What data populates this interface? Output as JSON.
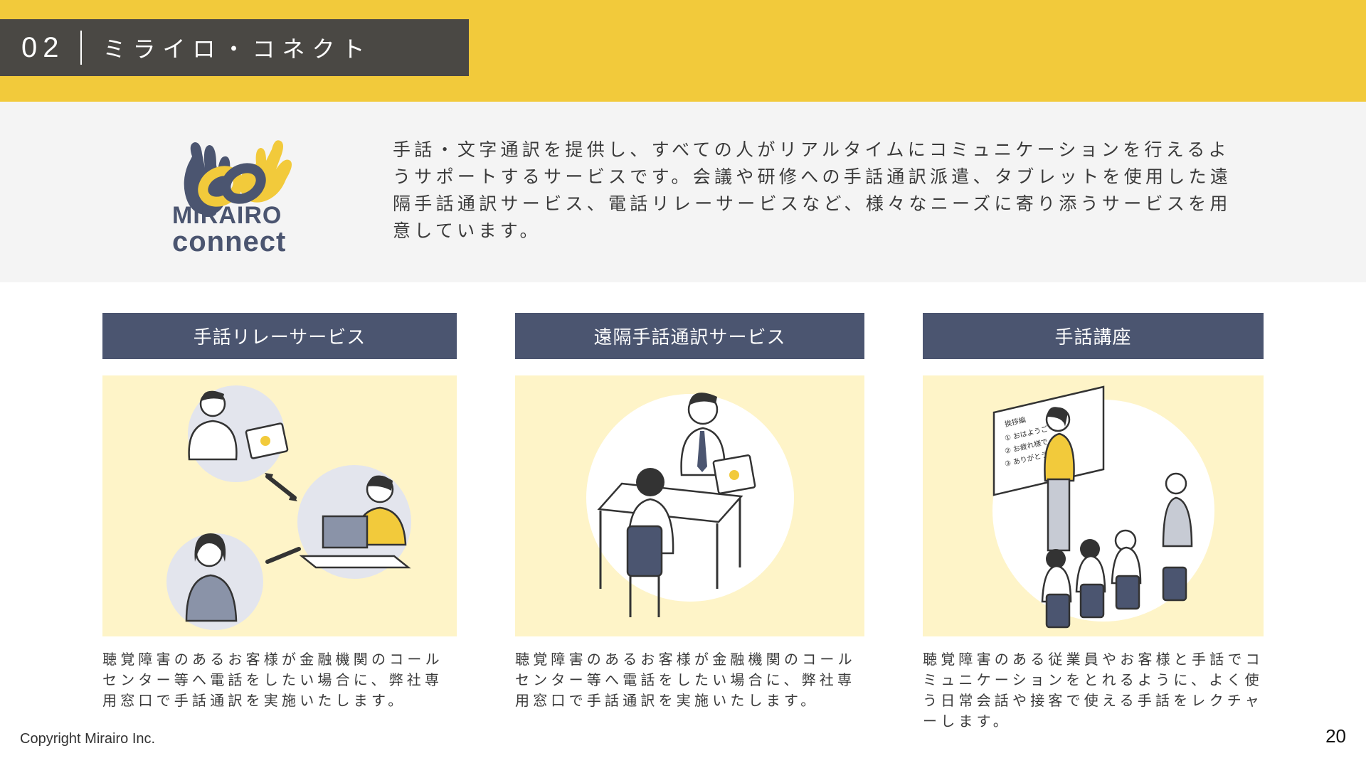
{
  "header": {
    "section_number": "02",
    "section_title": "ミライロ・コネクト"
  },
  "brand": {
    "logo_name": "mirairo-connect-logo",
    "logo_text_line1": "MIRAIRO",
    "logo_text_line2": "connect",
    "colors": {
      "navy": "#4b5570",
      "yellow": "#F2CA3B"
    }
  },
  "intro": {
    "text": "手話・文字通訳を提供し、すべての人がリアルタイムにコミュニケーションを行えるようサポートするサービスです。会議や研修への手話通訳派遣、タブレットを使用した遠隔手話通訳サービス、電話リレーサービスなど、様々なニーズに寄り添うサービスを用意しています。"
  },
  "services": [
    {
      "title": "手話リレーサービス",
      "illustration": "sign-language-relay-illustration",
      "description": "聴覚障害のあるお客様が金融機関のコールセンター等へ電話をしたい場合に、弊社専用窓口で手話通訳を実施いたします。"
    },
    {
      "title": "遠隔手話通訳サービス",
      "illustration": "remote-sign-interpretation-illustration",
      "description": "聴覚障害のあるお客様が金融機関のコールセンター等へ電話をしたい場合に、弊社専用窓口で手話通訳を実施いたします。"
    },
    {
      "title": "手話講座",
      "illustration": "sign-language-course-illustration",
      "description": "聴覚障害のある従業員やお客様と手話でコミュニケーションをとれるように、よく使う日常会話や接客で使える手話をレクチャーします。"
    }
  ],
  "whiteboard": {
    "heading": "挨拶編",
    "lines": [
      "① おはようご",
      "② お疲れ様で",
      "③ ありがとう"
    ]
  },
  "footer": {
    "copyright": "Copyright Mirairo Inc.",
    "page_number": "20"
  }
}
